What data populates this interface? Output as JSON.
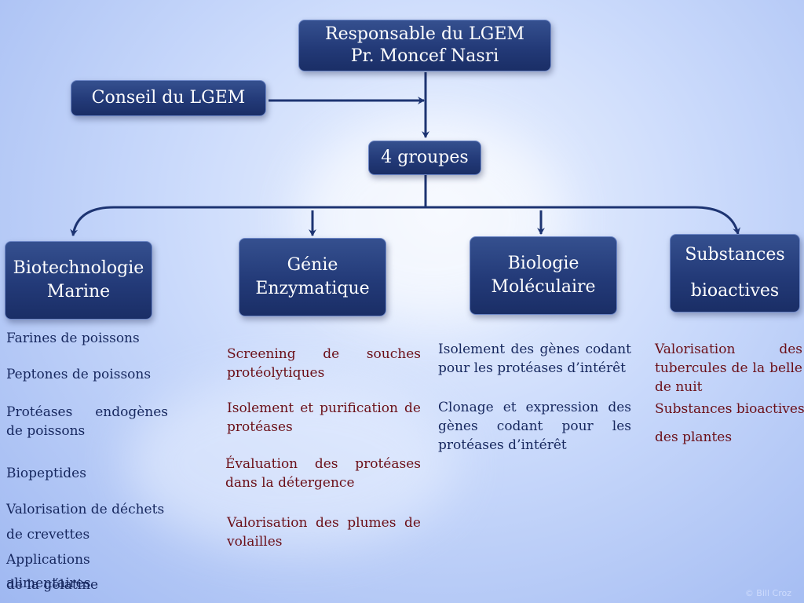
{
  "top_box": {
    "line1": "Responsable du LGEM",
    "line2": "Pr. Moncef Nasri"
  },
  "council_box": {
    "label": "Conseil du LGEM"
  },
  "groups_box": {
    "label": "4 groupes"
  },
  "groups": [
    {
      "title_line1": "Biotechnologie",
      "title_line2": "Marine",
      "items": [
        "Farines de poissons",
        "Peptones de poissons",
        "Protéases endogènes de poissons",
        "Biopeptides",
        "Valorisation de déchets",
        "de crevettes",
        "Applications alimentaires",
        "de la gélatine"
      ]
    },
    {
      "title_line1": "Génie",
      "title_line2": "Enzymatique",
      "items": [
        "Screening de souches protéolytiques",
        "Isolement et purification de protéases",
        "Évaluation des protéases dans la détergence",
        "Valorisation des plumes de volailles"
      ]
    },
    {
      "title_line1": "Biologie",
      "title_line2": "Moléculaire",
      "items": [
        "Isolement des gènes codant pour les protéases d’intérêt",
        "Clonage et expression des gènes codant pour les protéases d’intérêt"
      ]
    },
    {
      "title_line1": "Substances",
      "title_line2": "bioactives",
      "items": [
        "Valorisation des tubercules de la belle de nuit",
        "Substances bioactives",
        "des plantes"
      ]
    }
  ],
  "colors": {
    "box_fill": "#233a78",
    "connector": "#1d3472",
    "list_blue": "#16275e",
    "list_red": "#6b0f18"
  },
  "footer": "© Bill Croz"
}
